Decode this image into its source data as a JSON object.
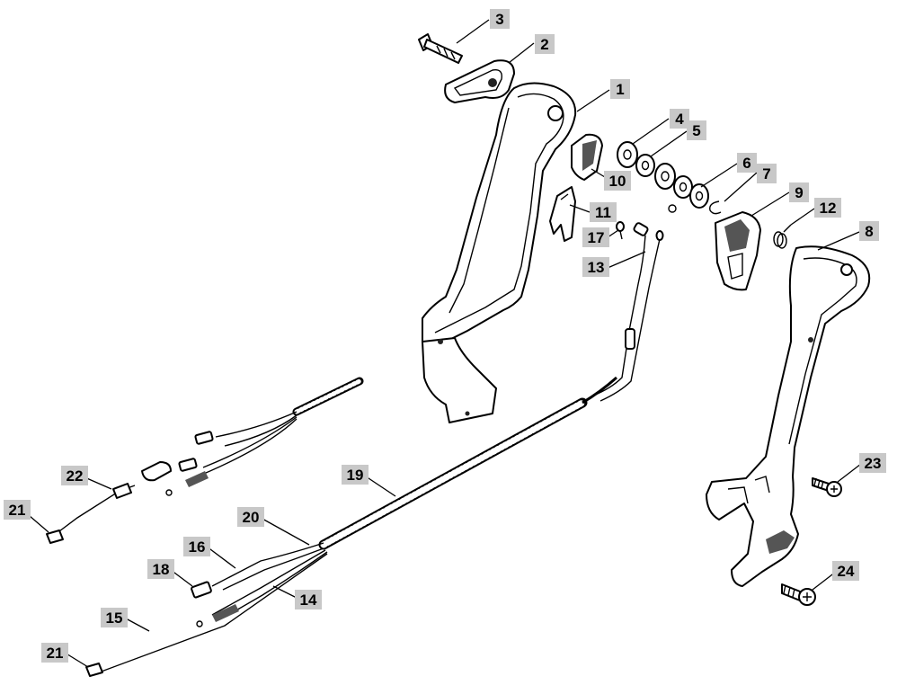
{
  "callouts": [
    {
      "id": "3",
      "text": "3"
    },
    {
      "id": "2",
      "text": "2"
    },
    {
      "id": "1",
      "text": "1"
    },
    {
      "id": "4",
      "text": "4"
    },
    {
      "id": "5",
      "text": "5"
    },
    {
      "id": "6",
      "text": "6"
    },
    {
      "id": "7",
      "text": "7"
    },
    {
      "id": "10",
      "text": "10"
    },
    {
      "id": "9",
      "text": "9"
    },
    {
      "id": "12",
      "text": "12"
    },
    {
      "id": "11",
      "text": "11"
    },
    {
      "id": "8",
      "text": "8"
    },
    {
      "id": "17",
      "text": "17"
    },
    {
      "id": "13",
      "text": "13"
    },
    {
      "id": "19",
      "text": "19"
    },
    {
      "id": "22",
      "text": "22"
    },
    {
      "id": "23",
      "text": "23"
    },
    {
      "id": "21a",
      "text": "21"
    },
    {
      "id": "20",
      "text": "20"
    },
    {
      "id": "16",
      "text": "16"
    },
    {
      "id": "18",
      "text": "18"
    },
    {
      "id": "14",
      "text": "14"
    },
    {
      "id": "24",
      "text": "24"
    },
    {
      "id": "15",
      "text": "15"
    },
    {
      "id": "21b",
      "text": "21"
    }
  ]
}
